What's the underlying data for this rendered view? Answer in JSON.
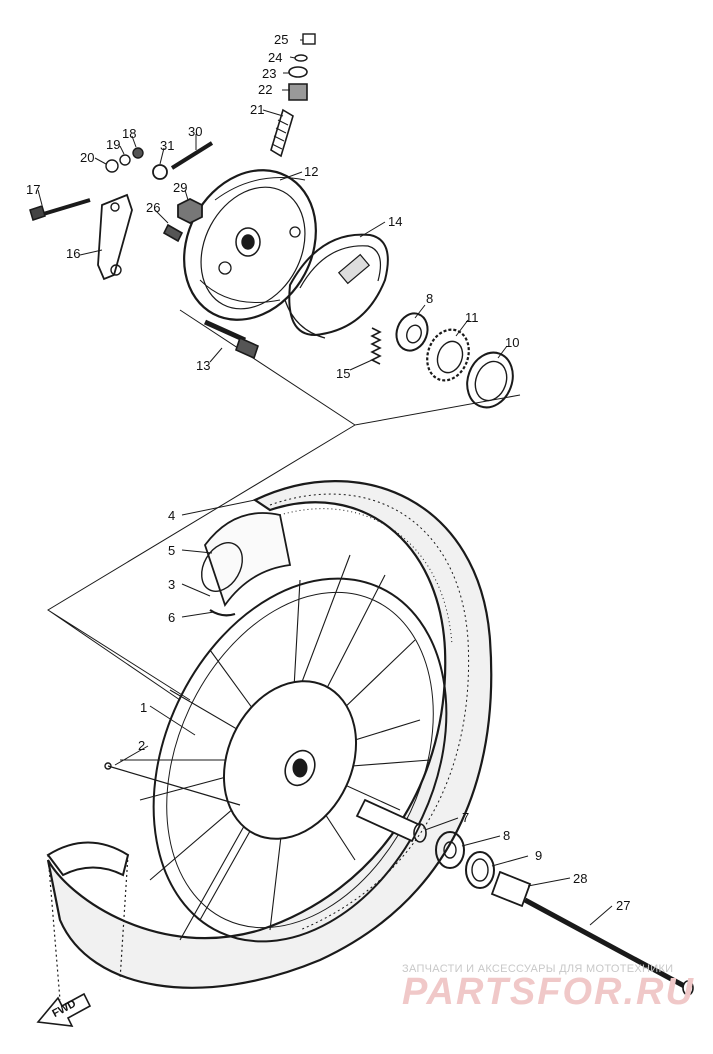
{
  "parts": [
    {
      "num": "1"
    },
    {
      "num": "2"
    },
    {
      "num": "3"
    },
    {
      "num": "4"
    },
    {
      "num": "5"
    },
    {
      "num": "6"
    },
    {
      "num": "7"
    },
    {
      "num": "8"
    },
    {
      "num": "9"
    },
    {
      "num": "28"
    },
    {
      "num": "27"
    },
    {
      "num": "25"
    },
    {
      "num": "24"
    },
    {
      "num": "23"
    },
    {
      "num": "22"
    },
    {
      "num": "21"
    },
    {
      "num": "12"
    },
    {
      "num": "14"
    },
    {
      "num": "8"
    },
    {
      "num": "11"
    },
    {
      "num": "10"
    },
    {
      "num": "15"
    },
    {
      "num": "13"
    },
    {
      "num": "16"
    },
    {
      "num": "17"
    },
    {
      "num": "20"
    },
    {
      "num": "19"
    },
    {
      "num": "18"
    },
    {
      "num": "31"
    },
    {
      "num": "30"
    },
    {
      "num": "29"
    },
    {
      "num": "26"
    }
  ],
  "direction_label": "FWD",
  "watermark": {
    "tagline": "ЗАПЧАСТИ И АКСЕССУАРЫ ДЛЯ МОТОТЕХНИКИ",
    "brand": "PARTSFOR.RU"
  }
}
